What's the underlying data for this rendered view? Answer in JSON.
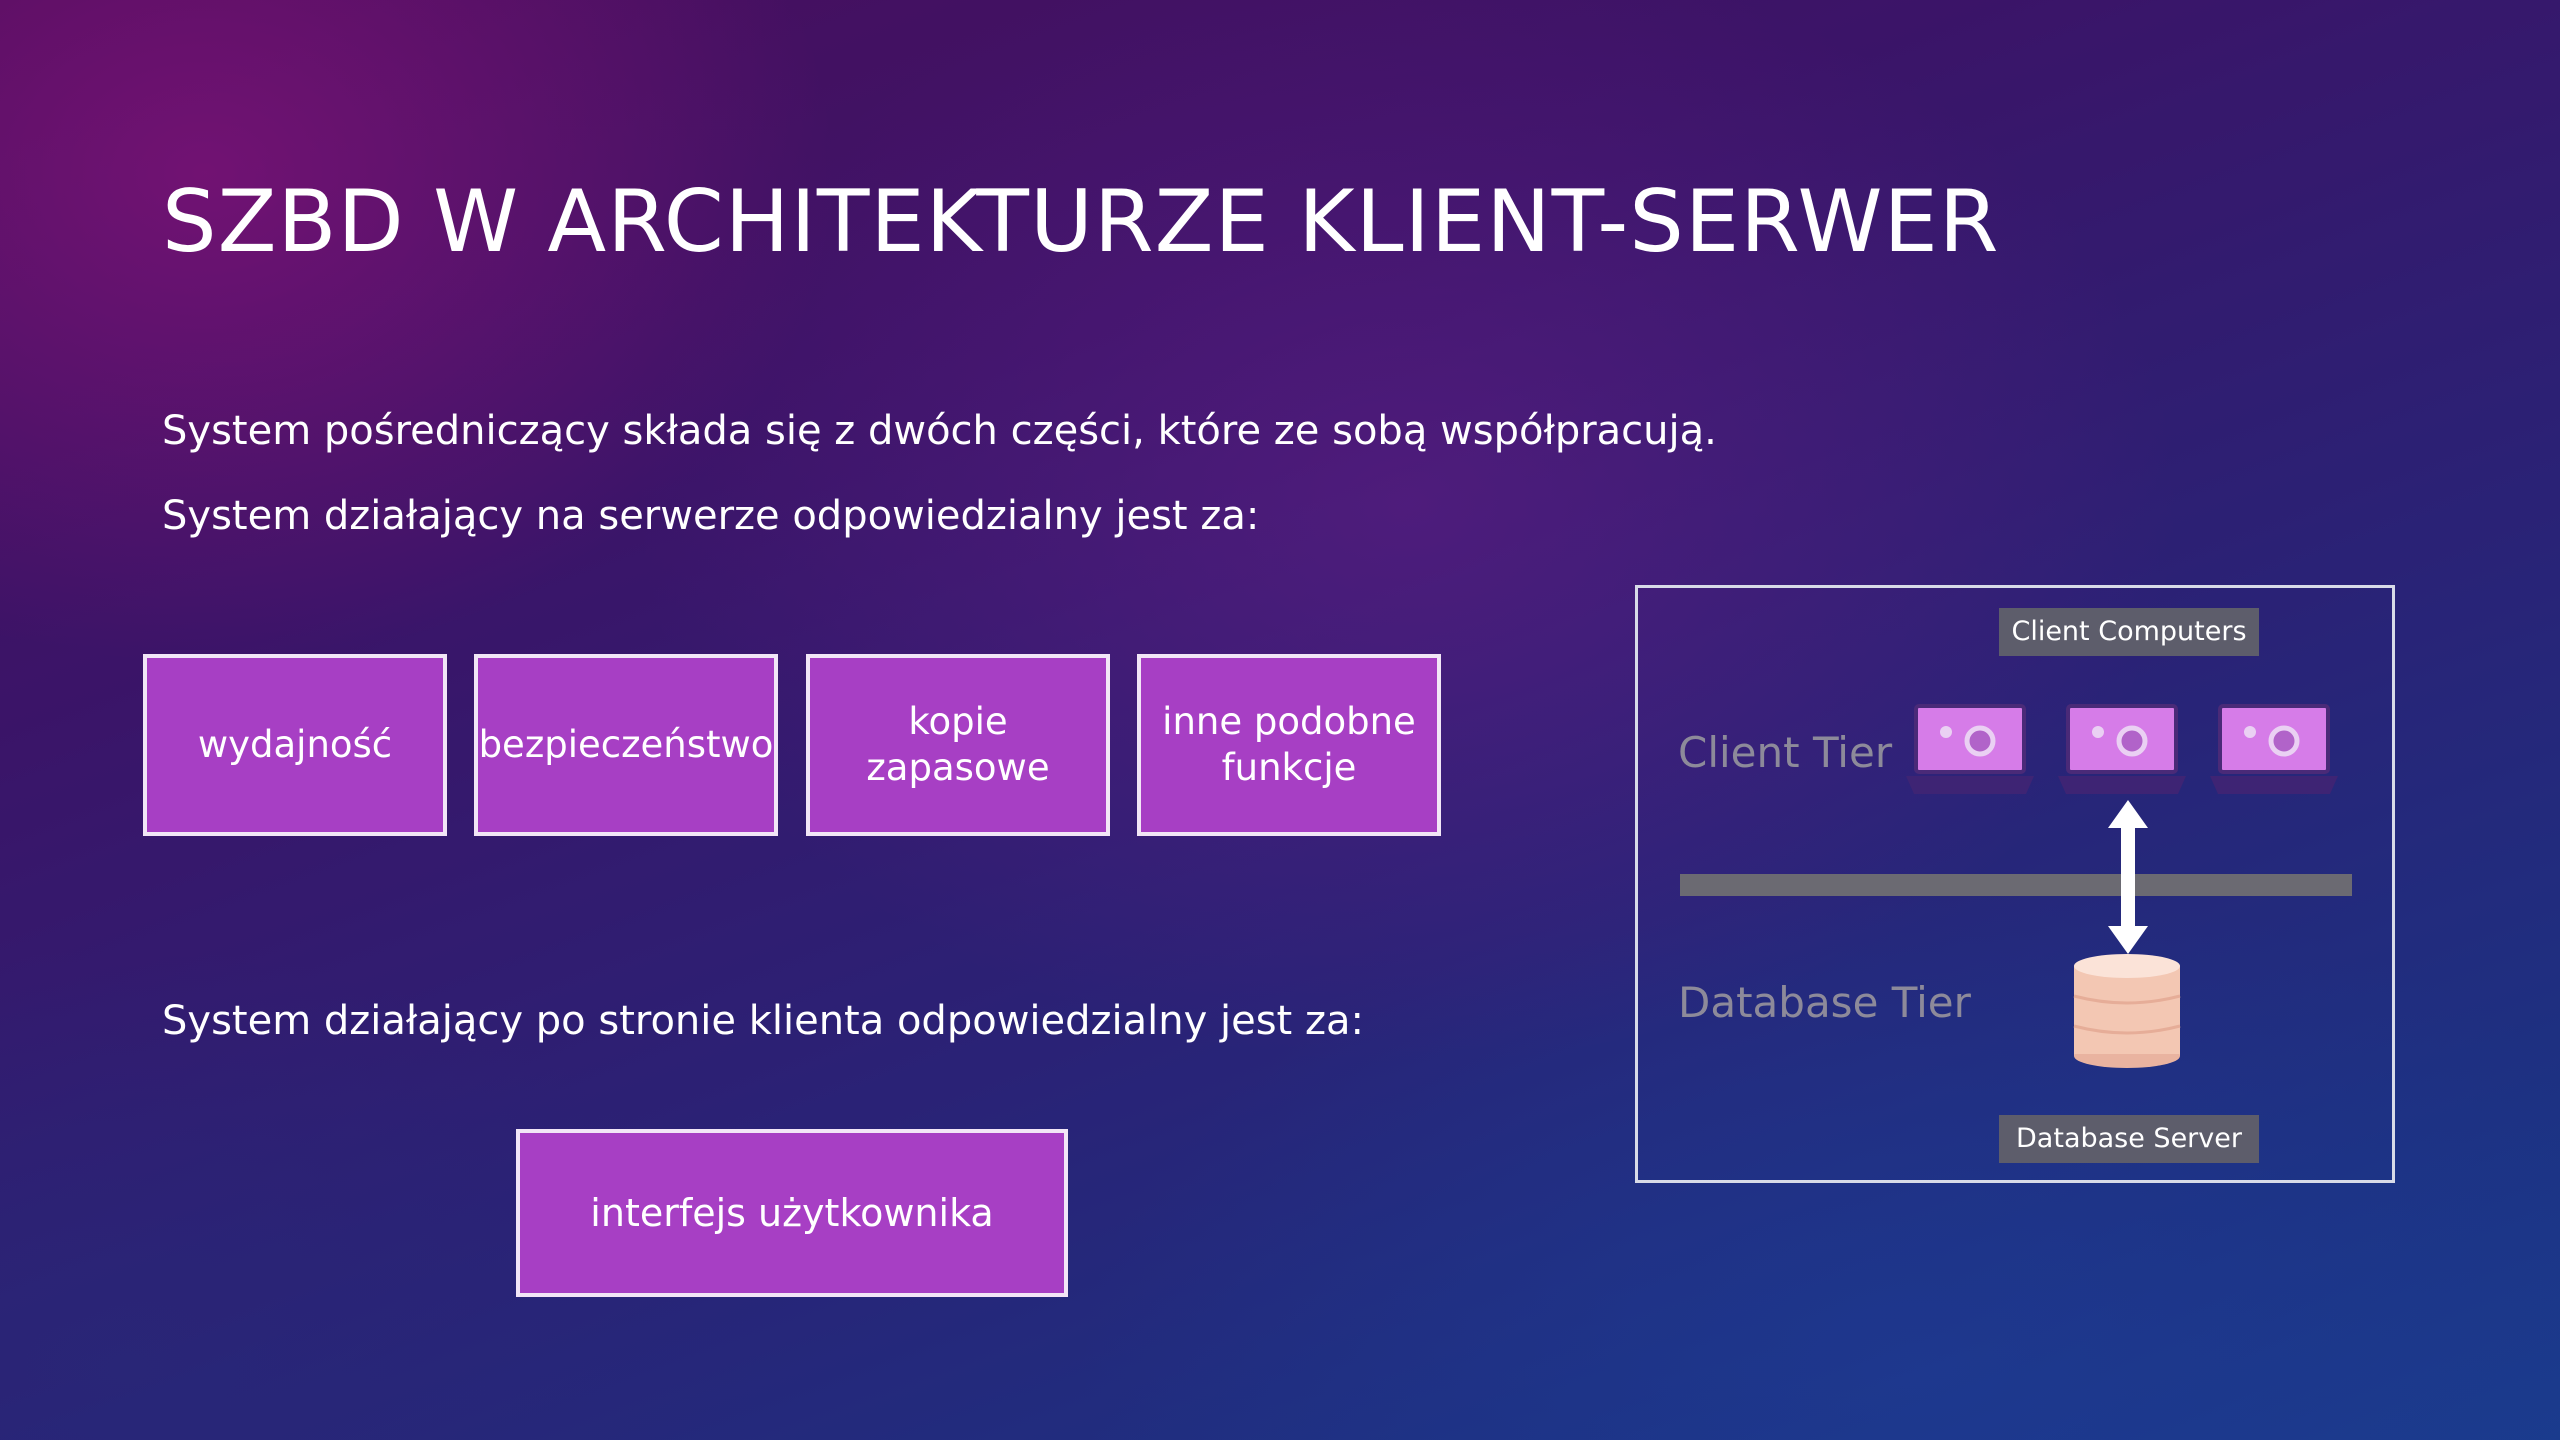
{
  "slide": {
    "title": "SZBD W ARCHITEKTURZE KLIENT-SERWER",
    "paragraph_1": "System pośredniczący składa się z dwóch części, które ze sobą współpracują.",
    "paragraph_2": "System działający na serwerze odpowiedzialny jest za:",
    "paragraph_3": "System działający po stronie klienta odpowiedzialny jest za:"
  },
  "server_responsibilities": [
    "wydajność",
    "bezpieczeństwo",
    "kopie zapasowe",
    "inne podobne funkcje"
  ],
  "client_responsibilities": [
    "interfejs użytkownika"
  ],
  "diagram": {
    "client_computers_label": "Client Computers",
    "client_tier_label": "Client Tier",
    "database_tier_label": "Database Tier",
    "database_server_label": "Database Server"
  },
  "colors": {
    "box_fill": "#a73fc4",
    "box_border": "#f2e6f7",
    "laptop_screen": "#d67ce8",
    "tier_label": "#8d8a9a",
    "database": "#f3c7b3"
  }
}
